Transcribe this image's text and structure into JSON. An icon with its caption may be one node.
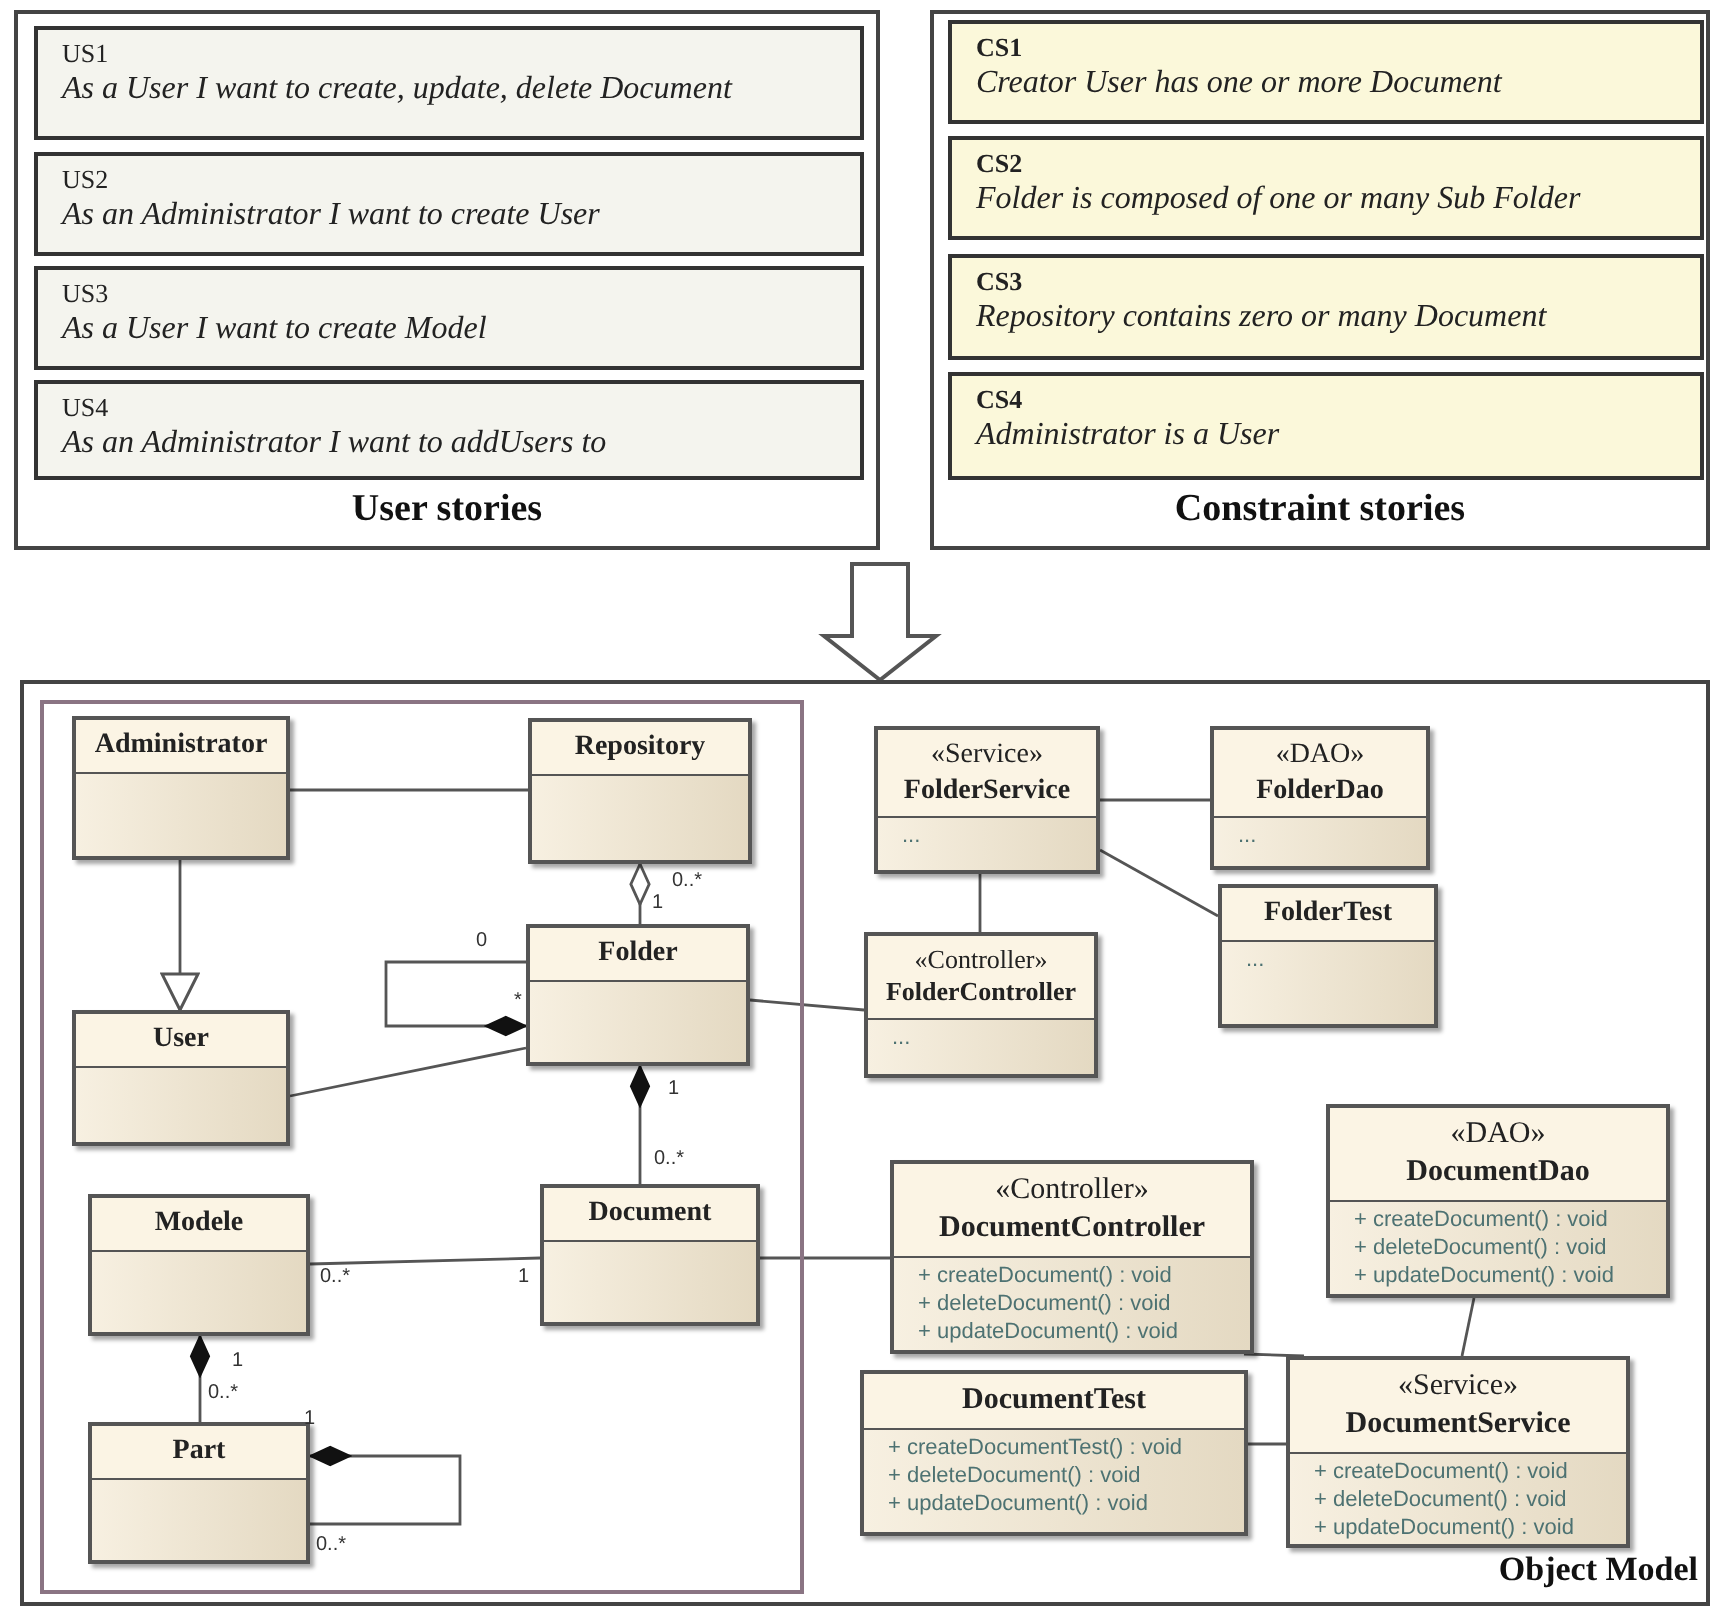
{
  "diagram": {
    "nodes": [
      {
        "text": [
          "User stories"
        ]
      },
      {
        "text": [
          "US1",
          "As a User I want to create, update, delete Document"
        ],
        "in": 0
      },
      {
        "text": [
          "US2",
          "As an Administrator I want to create User"
        ],
        "in": 0
      },
      {
        "text": [
          "US3",
          "As a User I want to create Model"
        ],
        "in": 0
      },
      {
        "text": [
          "US4",
          "As an Administrator I want to addUsers to"
        ],
        "in": 0
      },
      {
        "text": [
          "Constraint stories"
        ]
      },
      {
        "text": [
          "CS1",
          "Creator User has one or more Document"
        ],
        "in": 5
      },
      {
        "text": [
          "CS2",
          "Folder is composed of one or many Sub Folder"
        ],
        "in": 5
      },
      {
        "text": [
          "CS3",
          "Repository contains zero or many Document"
        ],
        "in": 5
      },
      {
        "text": [
          "CS4",
          "Administrator is  a  User"
        ],
        "in": 5
      },
      {
        "text": [
          "Object Model"
        ]
      },
      {
        "text": [],
        "shape": "box",
        "in": 10
      },
      {
        "text": [
          "Administrator"
        ],
        "in": 11
      },
      {
        "text": [
          "Repository"
        ],
        "in": 11
      },
      {
        "text": [
          "Folder"
        ],
        "in": 11
      },
      {
        "text": [
          "User"
        ],
        "in": 11
      },
      {
        "text": [
          "Modele"
        ],
        "in": 11
      },
      {
        "text": [
          "Document"
        ],
        "in": 11
      },
      {
        "text": [
          "Part"
        ],
        "in": 11
      },
      {
        "text": [
          "«Service»",
          "FolderService",
          "..."
        ],
        "in": 10
      },
      {
        "text": [
          "«DAO»",
          "FolderDao",
          "..."
        ],
        "in": 10
      },
      {
        "text": [
          "FolderTest",
          "..."
        ],
        "in": 10
      },
      {
        "text": [
          "«Controller»",
          "FolderController",
          "..."
        ],
        "in": 10
      },
      {
        "text": [
          "«Controller»",
          "DocumentController",
          "+ createDocument() : void",
          "+ deleteDocument() : void",
          "+ updateDocument() : void"
        ],
        "in": 10
      },
      {
        "text": [
          "«DAO»",
          "DocumentDao",
          "+ createDocument() : void",
          "+ deleteDocument() : void",
          "+ updateDocument() : void"
        ],
        "in": 10
      },
      {
        "text": [
          "DocumentTest",
          "+ createDocumentTest() : void",
          "+ deleteDocument() : void",
          "+ updateDocument() : void"
        ],
        "in": 10
      },
      {
        "text": [
          "«Service»",
          "DocumentService",
          "+ createDocument() : void",
          "+ deleteDocument() : void",
          "+ updateDocument() : void"
        ],
        "in": 10
      }
    ],
    "edges": [
      {
        "from": 12,
        "to": 13,
        "arrow": "none"
      },
      {
        "from": 12,
        "to": 15,
        "arrow": "to"
      },
      {
        "from": 13,
        "to": 14,
        "arrow": "other"
      },
      {
        "from": 14,
        "to": 14,
        "arrow": "other"
      },
      {
        "from": 15,
        "to": 14,
        "arrow": "none"
      },
      {
        "from": 14,
        "to": 17,
        "arrow": "other"
      },
      {
        "from": 14,
        "to": 22,
        "arrow": "none"
      },
      {
        "from": 16,
        "to": 17,
        "arrow": "none"
      },
      {
        "from": 16,
        "to": 18,
        "arrow": "other"
      },
      {
        "from": 18,
        "to": 18,
        "arrow": "other"
      },
      {
        "from": 17,
        "to": 23,
        "arrow": "none"
      },
      {
        "from": 19,
        "to": 20,
        "arrow": "none"
      },
      {
        "from": 19,
        "to": 21,
        "arrow": "none"
      },
      {
        "from": 19,
        "to": 22,
        "arrow": "none"
      },
      {
        "from": 23,
        "to": 26,
        "arrow": "none"
      },
      {
        "from": 24,
        "to": 26,
        "arrow": "none"
      },
      {
        "from": 25,
        "to": 26,
        "arrow": "none"
      },
      {
        "from": null,
        "to": 10,
        "arrow": "to"
      }
    ],
    "labels": [
      "0..*",
      "1",
      "0",
      "*",
      "1",
      "0..*",
      "0..*",
      "1",
      "1",
      "0..*",
      "1",
      "0..*"
    ]
  }
}
